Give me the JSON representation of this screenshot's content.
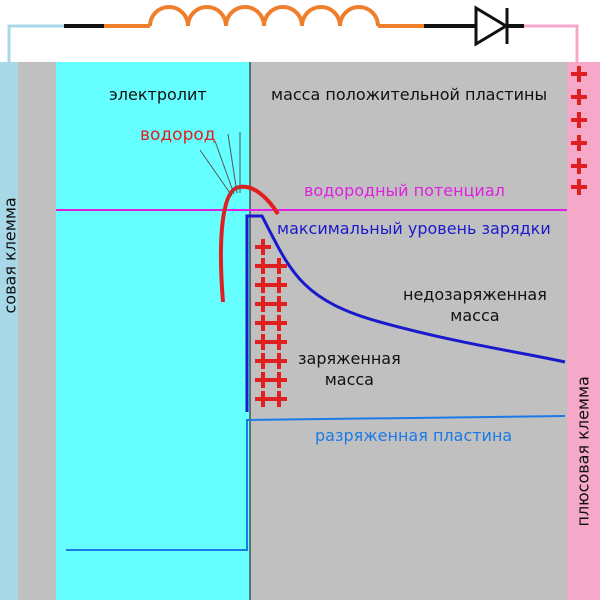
{
  "labels": {
    "negative_terminal": "совая клемма",
    "positive_terminal": "плюсовая клемма",
    "electrolyte": "электролит",
    "positive_plate_mass": "масса положительной пластины",
    "hydrogen": "водород",
    "hydrogen_potential": "водородный потенциал",
    "max_charge_level": "максимальный уровень зарядки",
    "undercharged_mass_line1": "недозаряженная",
    "undercharged_mass_line2": "масса",
    "charged_mass_line1": "заряженная",
    "charged_mass_line2": "масса",
    "discharged_plate": "разряженная пластина"
  },
  "colors": {
    "negative_terminal": "#a8d8e8",
    "positive_terminal": "#f5a8c8",
    "plate_gray": "#c0c0c0",
    "electrolyte": "#66ffff",
    "hydrogen": "#e02020",
    "hydrogen_potential": "#e020e0",
    "max_charge": "#1a1acc",
    "discharged": "#1a7ae6",
    "inductor": "#ef7f2a",
    "charge_cross": "#e02020"
  },
  "symbols": {
    "terminal_plus_count": 6,
    "charge_plus_rows": 8,
    "charge_plus_cols": 2
  }
}
